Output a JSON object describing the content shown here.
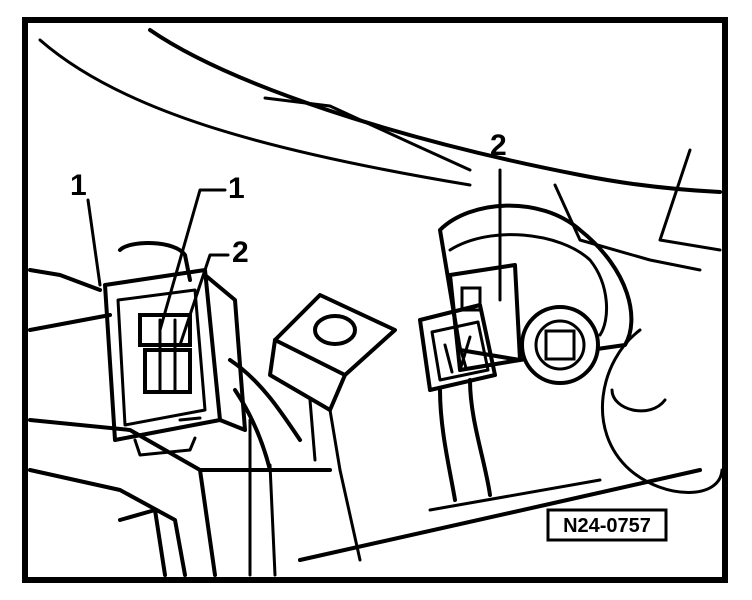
{
  "figure": {
    "callouts": {
      "left_outer": "1",
      "left_inner_1": "1",
      "left_inner_2": "2",
      "right": "2"
    },
    "reference_code": "N24-0757"
  },
  "colors": {
    "ink": "#000000",
    "paper": "#ffffff"
  }
}
